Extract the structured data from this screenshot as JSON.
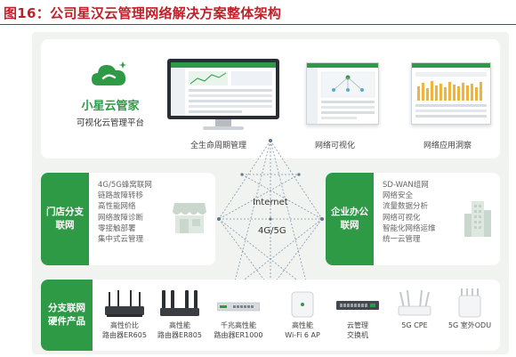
{
  "figure": {
    "title": "图16：公司星汉云管理网络解决方案整体架构"
  },
  "brand": {
    "name": "小星云管家",
    "subtitle": "可视化云管理平台"
  },
  "top_screens": [
    {
      "label": "全生命周期管理"
    },
    {
      "label": "网络可视化"
    },
    {
      "label": "网络应用洞察"
    }
  ],
  "store": {
    "tag_line1": "门店分支",
    "tag_line2": "联网",
    "features": [
      "4G/5G蜂窝联网",
      "链路故障转移",
      "高性能网络",
      "网络故障诊断",
      "零接触部署",
      "集中式云管理"
    ],
    "icon": "storefront-icon"
  },
  "enterprise": {
    "tag_line1": "企业办公",
    "tag_line2": "联网",
    "features": [
      "SD-WAN组网",
      "网络安全",
      "流量数据分析",
      "网络可视化",
      "智能化网络运维",
      "统一云管理"
    ],
    "icon": "office-building-icon"
  },
  "network": {
    "internet_label": "Internet",
    "cellular_label": "4G/5G"
  },
  "hardware": {
    "tag_line1": "分支联网",
    "tag_line2": "硬件产品",
    "devices": [
      {
        "line1": "高性价比",
        "line2": "路由器ER605",
        "icon": "router-antenna-icon"
      },
      {
        "line1": "高性能",
        "line2": "路由器ER805",
        "icon": "router-quad-antenna-icon"
      },
      {
        "line1": "千兆高性能",
        "line2": "路由器ER1000",
        "icon": "rack-router-icon"
      },
      {
        "line1": "高性能",
        "line2": "Wi-Fi 6 AP",
        "icon": "ceiling-ap-icon"
      },
      {
        "line1": "云管理",
        "line2": "交换机",
        "icon": "switch-icon"
      },
      {
        "line1": "",
        "line2": "5G CPE",
        "icon": "cpe-icon"
      },
      {
        "line1": "",
        "line2": "5G 室外ODU",
        "icon": "outdoor-odu-icon"
      }
    ]
  },
  "colors": {
    "accent_green": "#2f9a46",
    "title_red": "#c0202a",
    "background": "#f0f3f0"
  }
}
